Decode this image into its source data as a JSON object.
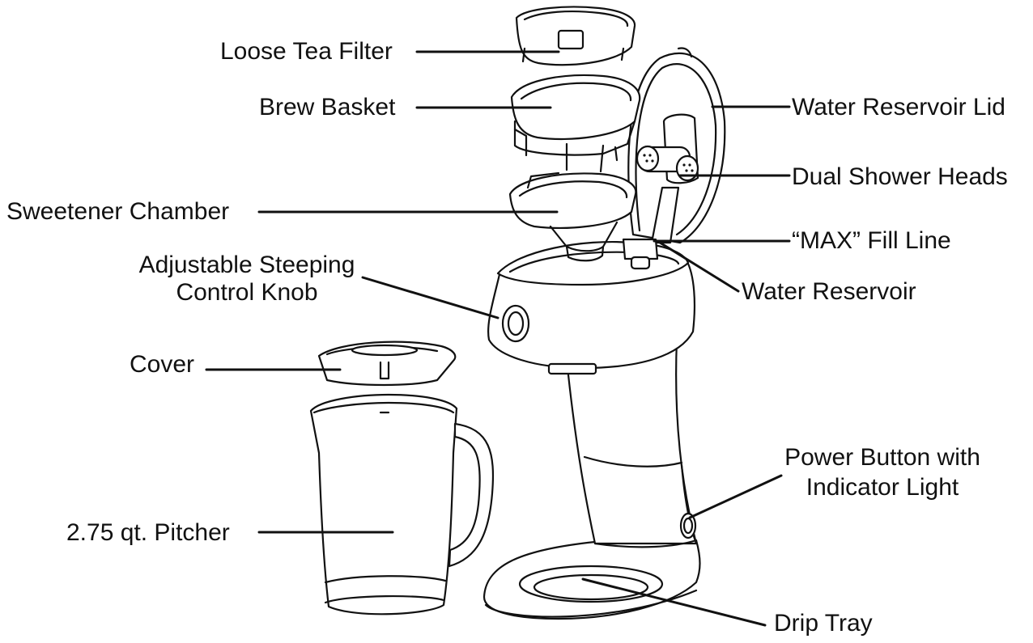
{
  "labels": {
    "loose_tea_filter": "Loose Tea Filter",
    "brew_basket": "Brew Basket",
    "sweetener_chamber": "Sweetener Chamber",
    "steeping_knob_line1": "Adjustable Steeping",
    "steeping_knob_line2": "Control Knob",
    "cover": "Cover",
    "pitcher": "2.75 qt. Pitcher",
    "reservoir_lid": "Water Reservoir Lid",
    "shower_heads": "Dual Shower Heads",
    "max_fill_line": "“MAX” Fill Line",
    "water_reservoir": "Water Reservoir",
    "power_button_line1": "Power Button with",
    "power_button_line2": "Indicator Light",
    "drip_tray": "Drip Tray"
  },
  "colors": {
    "line": "#111111",
    "fill": "#ffffff"
  }
}
